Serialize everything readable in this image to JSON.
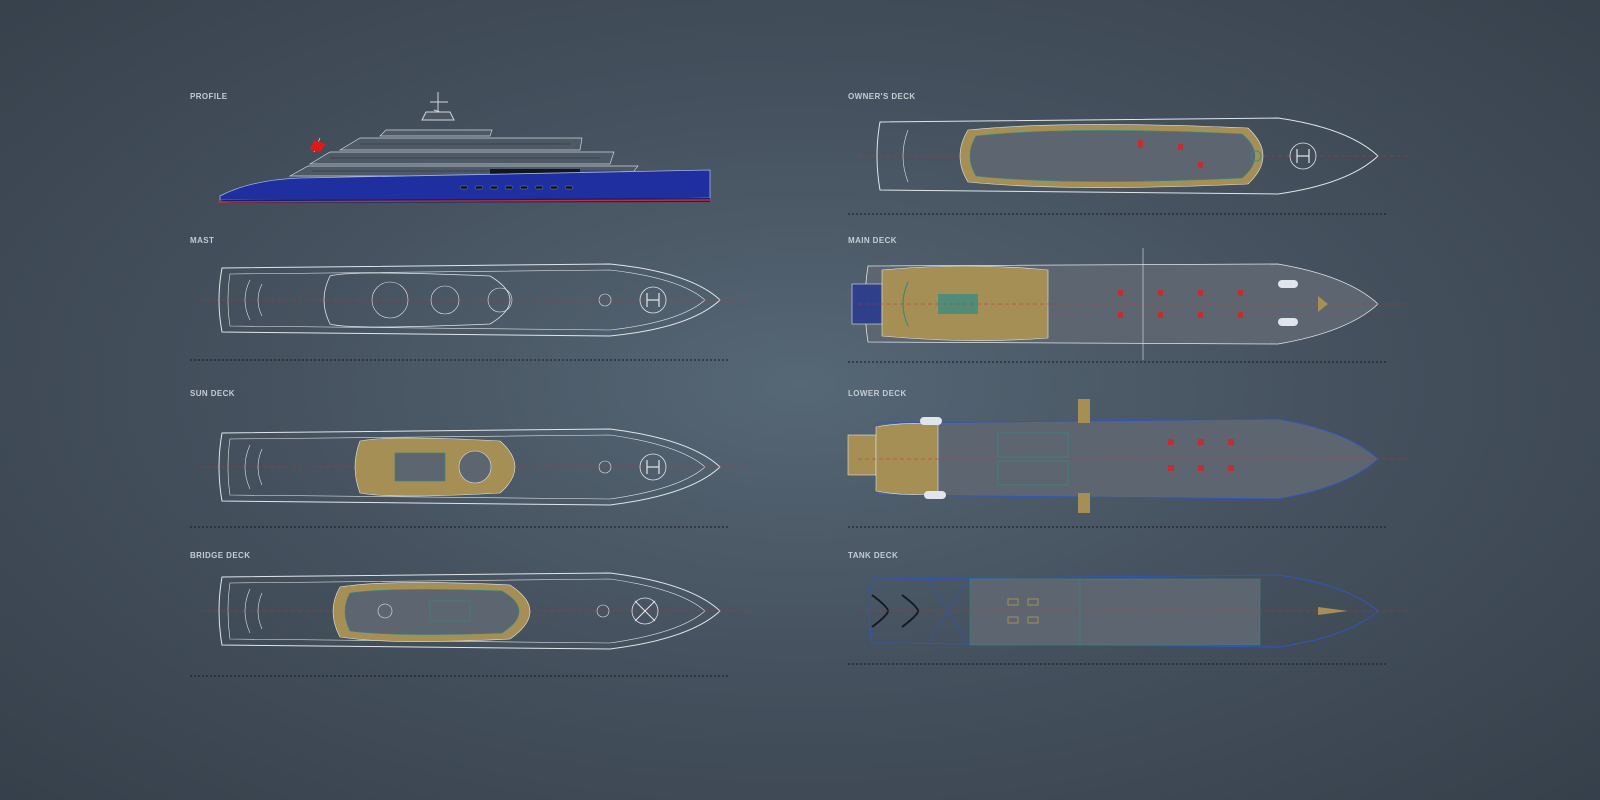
{
  "panels": {
    "profile": {
      "label": "PROFILE"
    },
    "mast": {
      "label": "MAST"
    },
    "sun_deck": {
      "label": "SUN DECK"
    },
    "bridge_deck": {
      "label": "BRIDGE DECK"
    },
    "owners_deck": {
      "label": "OWNER'S DECK"
    },
    "main_deck": {
      "label": "MAIN DECK"
    },
    "lower_deck": {
      "label": "LOWER DECK"
    },
    "tank_deck": {
      "label": "TANK DECK"
    }
  },
  "colors": {
    "background": "#46525f",
    "line_white": "#dfe5ea",
    "hull_blue": "#1f2fa0",
    "teak": "#a58f55",
    "centerline_red": "#c0303a",
    "flag_red": "#e01818",
    "interior_grey": "#5d6670",
    "equipment_teal": "#2c8a88",
    "outline_blue": "#2f55c0"
  },
  "icons": {
    "helipad": "helipad-icon",
    "flag": "flag-icon",
    "tender": "tender-icon",
    "scale_bar": "scale-bar"
  }
}
